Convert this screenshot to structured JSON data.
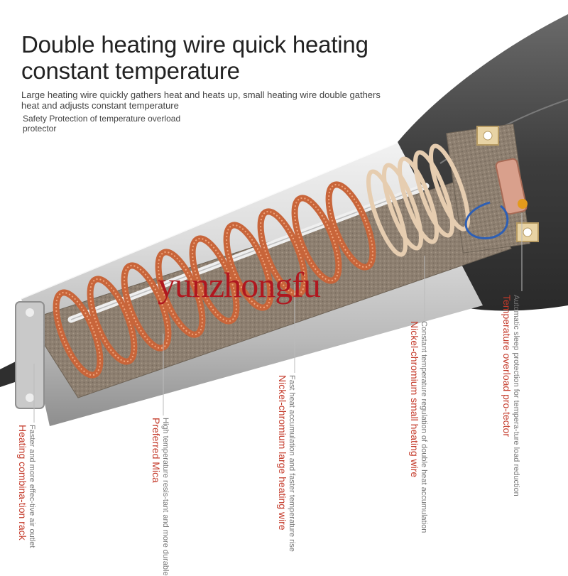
{
  "headline": {
    "line1": "Double heating wire quick heating",
    "line2": "constant temperature"
  },
  "subtitle": "Large heating wire quickly gathers heat and heats up, small heating wire double gathers heat and adjusts constant temperature",
  "safety_note": "Safety Protection of temperature overload protector",
  "watermark": "yunzhongfu",
  "labels": {
    "heating_rack": {
      "title": "Heating combina-tion rack",
      "desc": "Faster and more effec-tive air outlet"
    },
    "mica": {
      "title": "Preferred Mica",
      "desc": "High temperature resis-tant and more durable"
    },
    "large_wire": {
      "title": "Nickel-chromium large heating wire",
      "desc": "Fast heat accumulation and faster temperature rise"
    },
    "small_wire": {
      "title": "Nickel-chromium small heating wire",
      "desc": "Constant temperature regulation of double heat accumulation"
    },
    "protector": {
      "title": "Temperature overload pro-tector",
      "desc": "Automatic sleep protection for tempera-ture load reduction"
    }
  },
  "colors": {
    "copper": "#c8653a",
    "label_red": "#c43a2a",
    "mica": "#8d7f70",
    "body_dark": "#4a4a4a"
  }
}
